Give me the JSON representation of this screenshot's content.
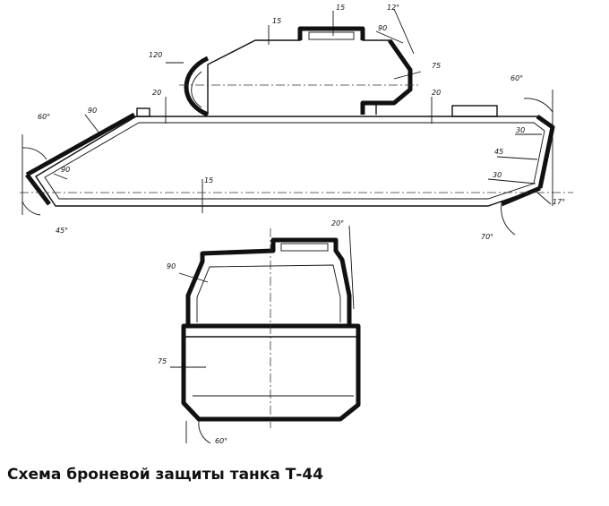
{
  "caption": "Схема броневой защиты танка Т-44",
  "side_view": {
    "labels": {
      "glacis_angle": "60°",
      "glacis_thickness": "90",
      "lower_front_thickness": "90",
      "lower_front_angle": "45°",
      "roof_thickness": "20",
      "turret_mantlet": "120",
      "turret_roof": "15",
      "cupola_roof": "15",
      "turret_top_angle": "12°",
      "turret_rear_upper": "90",
      "turret_side": "75",
      "engine_deck": "20",
      "rear_angle_upper": "60°",
      "rear_upper_thickness": "30",
      "rear_lower_thickness": "45",
      "rear_lower_plate": "30",
      "rear_lower_angle": "70°",
      "rear_small_angle": "17°",
      "belly_thickness": "15"
    }
  },
  "front_view": {
    "labels": {
      "turret_angle": "20°",
      "turret_front": "90",
      "hull_side": "75",
      "lower_angle": "60°"
    }
  }
}
